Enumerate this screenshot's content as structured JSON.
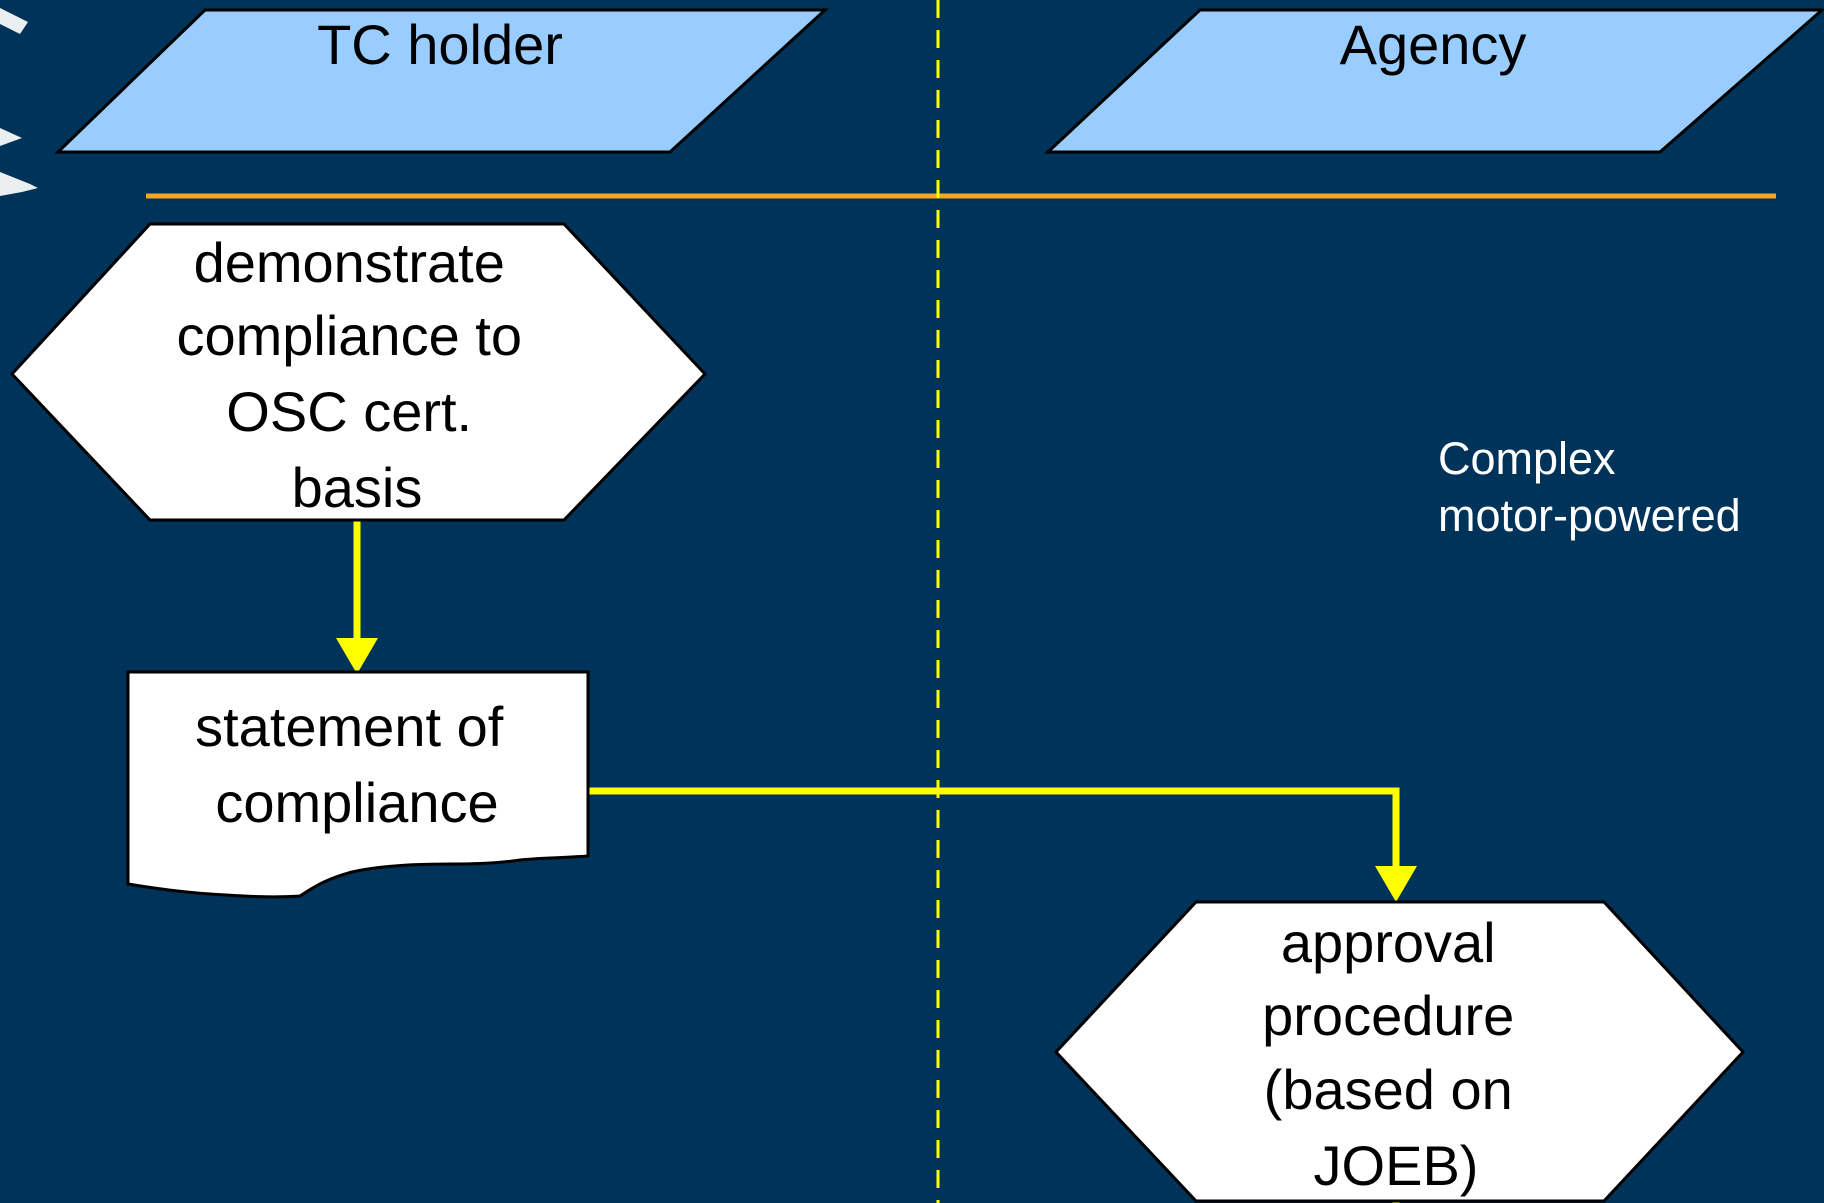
{
  "lanes": {
    "left": {
      "label": "TC holder"
    },
    "right": {
      "label": "Agency"
    }
  },
  "nodes": {
    "demonstrate": {
      "lines": [
        "demonstrate",
        "compliance to",
        "OSC cert.",
        "basis"
      ]
    },
    "statement": {
      "lines": [
        "statement of",
        "compliance"
      ]
    },
    "approval": {
      "lines": [
        "approval",
        "procedure",
        "(based on",
        "JOEB)"
      ]
    }
  },
  "note": {
    "lines": [
      "Complex",
      "motor-powered"
    ]
  },
  "colors": {
    "background": "#003359",
    "lane_header_fill": "#99ccff",
    "connector": "#ffff00",
    "separator": "#f5a623",
    "node_fill": "#ffffff"
  }
}
